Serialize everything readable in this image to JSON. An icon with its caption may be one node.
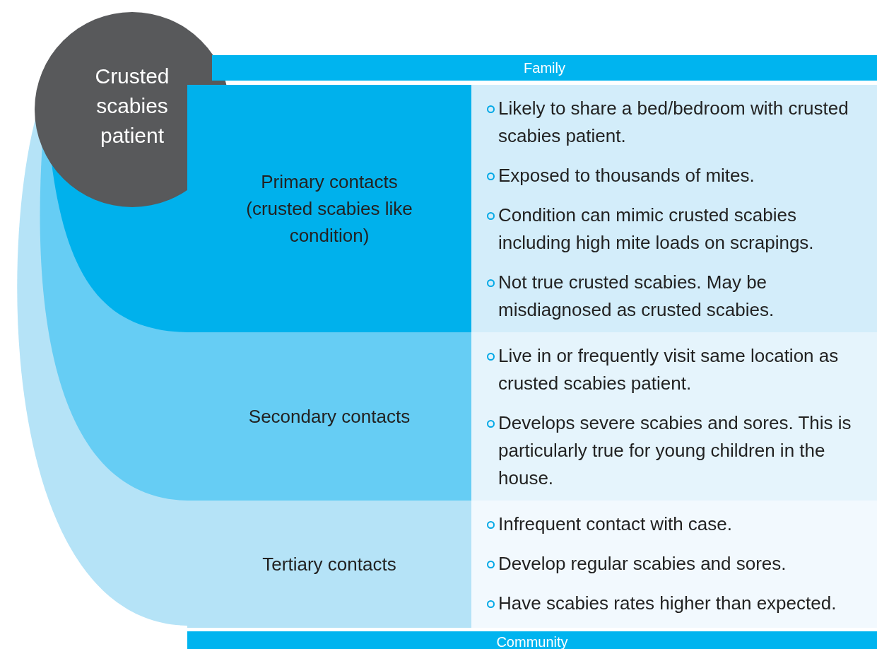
{
  "diagram": {
    "nodes": [
      {
        "text": [
          "Crusted scabies patient"
        ]
      },
      {
        "text": [
          "Family"
        ]
      },
      {
        "text": [
          "Primary contacts (crusted scabies like condition)"
        ]
      },
      {
        "text": [
          "Likely to share a bed/bedroom with crusted scabies patient.",
          "Exposed to thousands of mites.",
          "Condition can mimic crusted scabies including high mite loads on scrapings.",
          "Not true crusted scabies. May be misdiagnosed as crusted scabies."
        ]
      },
      {
        "text": [
          "Secondary contacts"
        ]
      },
      {
        "text": [
          "Live in or frequently visit same location as crusted scabies patient.",
          "Develops severe scabies and sores. This is particularly true for young children in the house."
        ]
      },
      {
        "text": [
          "Tertiary contacts"
        ]
      },
      {
        "text": [
          "Infrequent contact with case.",
          "Develop regular scabies and sores.",
          "Have scabies rates higher than expected."
        ]
      },
      {
        "text": [
          "Community"
        ]
      }
    ],
    "edges": []
  }
}
